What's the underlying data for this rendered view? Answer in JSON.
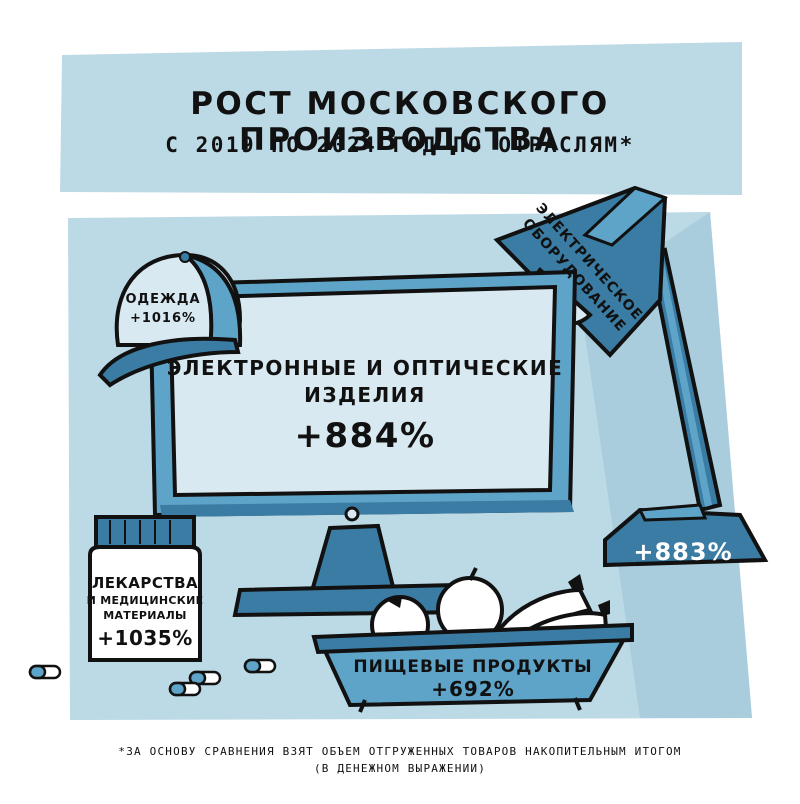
{
  "title": "РОСТ МОСКОВСКОГО ПРОИЗВОДСТВА",
  "subtitle": "С 2019 ПО 2024 ГОД ПО ОТРАСЛЯМ*",
  "sectors": {
    "clothing": {
      "name": "ОДЕЖДА",
      "value": "+1016%"
    },
    "electronics": {
      "name_line1": "ЭЛЕКТРОННЫЕ И ОПТИЧЕСКИЕ",
      "name_line2": "ИЗДЕЛИЯ",
      "value": "+884%"
    },
    "electrical": {
      "name_line1": "ЭЛЕКТРИЧЕСКОЕ",
      "name_line2": "ОБОРУДОВАНИЕ",
      "value": "+883%"
    },
    "medicine": {
      "name_line1": "ЛЕКАРСТВА",
      "name_line2": "И МЕДИЦИНСКИЕ",
      "name_line3": "МАТЕРИАЛЫ",
      "value": "+1035%"
    },
    "food": {
      "name": "ПИЩЕВЫЕ ПРОДУКТЫ",
      "value": "+692%"
    }
  },
  "footnote": {
    "line1": "*ЗА ОСНОВУ СРАВНЕНИЯ ВЗЯТ ОБЪЕМ ОТГРУЖЕННЫХ ТОВАРОВ НАКОПИТЕЛЬНЫМ ИТОГОМ",
    "line2": "(В ДЕНЕЖНОМ ВЫРАЖЕНИИ)"
  },
  "colors": {
    "light_blue": "#bcd9e6",
    "mid_blue": "#5ea3c8",
    "dark_blue": "#3a7ca3",
    "screen": "#d9e9f1",
    "outline": "#111111"
  },
  "icons": [
    "baseball-cap-icon",
    "desk-lamp-icon",
    "computer-monitor-icon",
    "medicine-jar-icon",
    "food-basket-icon",
    "apple-icon",
    "banana-icon",
    "capsule-icon"
  ]
}
